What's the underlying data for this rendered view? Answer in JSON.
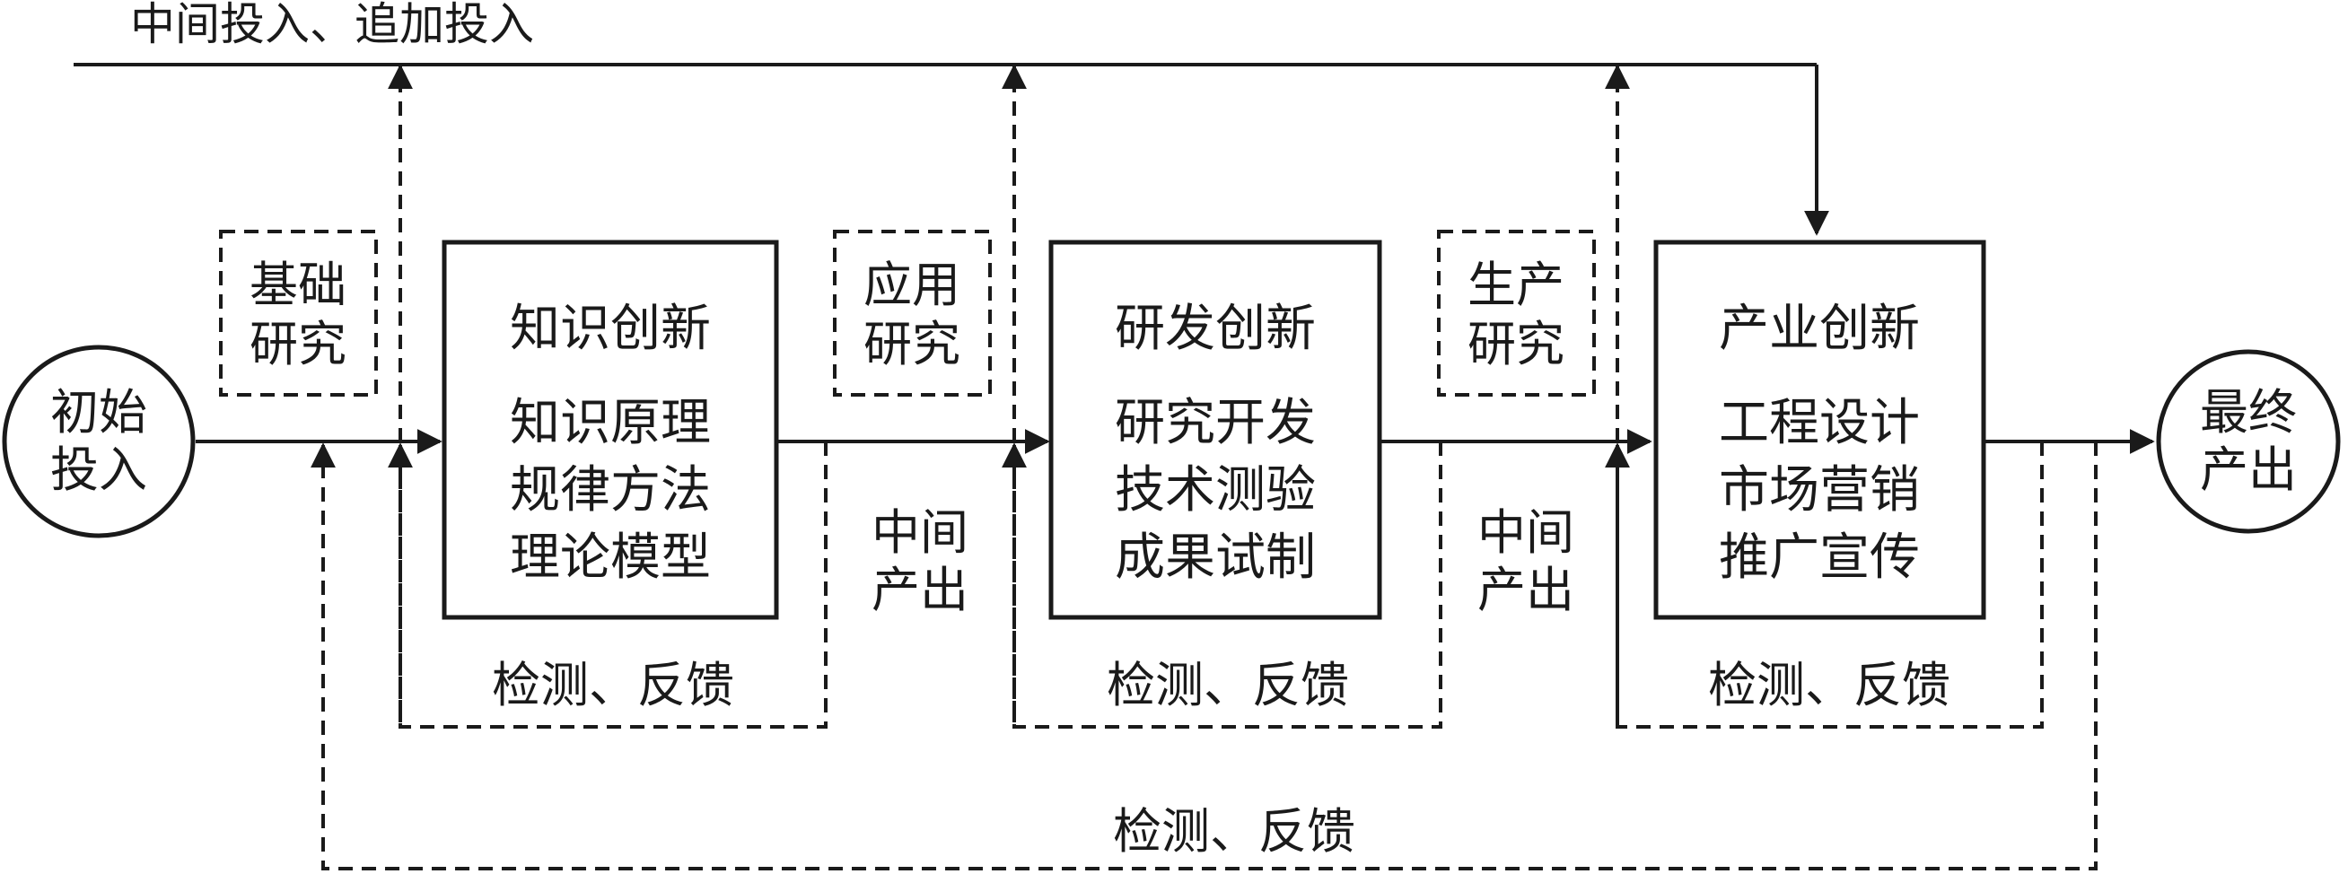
{
  "top_input_label": "中间投入、追加投入",
  "start": {
    "line1": "初始",
    "line2": "投入"
  },
  "end": {
    "line1": "最终",
    "line2": "产出"
  },
  "research": [
    {
      "line1": "基础",
      "line2": "研究"
    },
    {
      "line1": "应用",
      "line2": "研究"
    },
    {
      "line1": "生产",
      "line2": "研究"
    }
  ],
  "stages": [
    {
      "title": "知识创新",
      "items": [
        "知识原理",
        "规律方法",
        "理论模型"
      ]
    },
    {
      "title": "研发创新",
      "items": [
        "研究开发",
        "技术测验",
        "成果试制"
      ]
    },
    {
      "title": "产业创新",
      "items": [
        "工程设计",
        "市场营销",
        "推广宣传"
      ]
    }
  ],
  "intermediate_output": [
    {
      "line1": "中间",
      "line2": "产出"
    },
    {
      "line1": "中间",
      "line2": "产出"
    }
  ],
  "feedback_labels": [
    "检测、反馈",
    "检测、反馈",
    "检测、反馈"
  ],
  "overall_feedback_label": "检测、反馈"
}
